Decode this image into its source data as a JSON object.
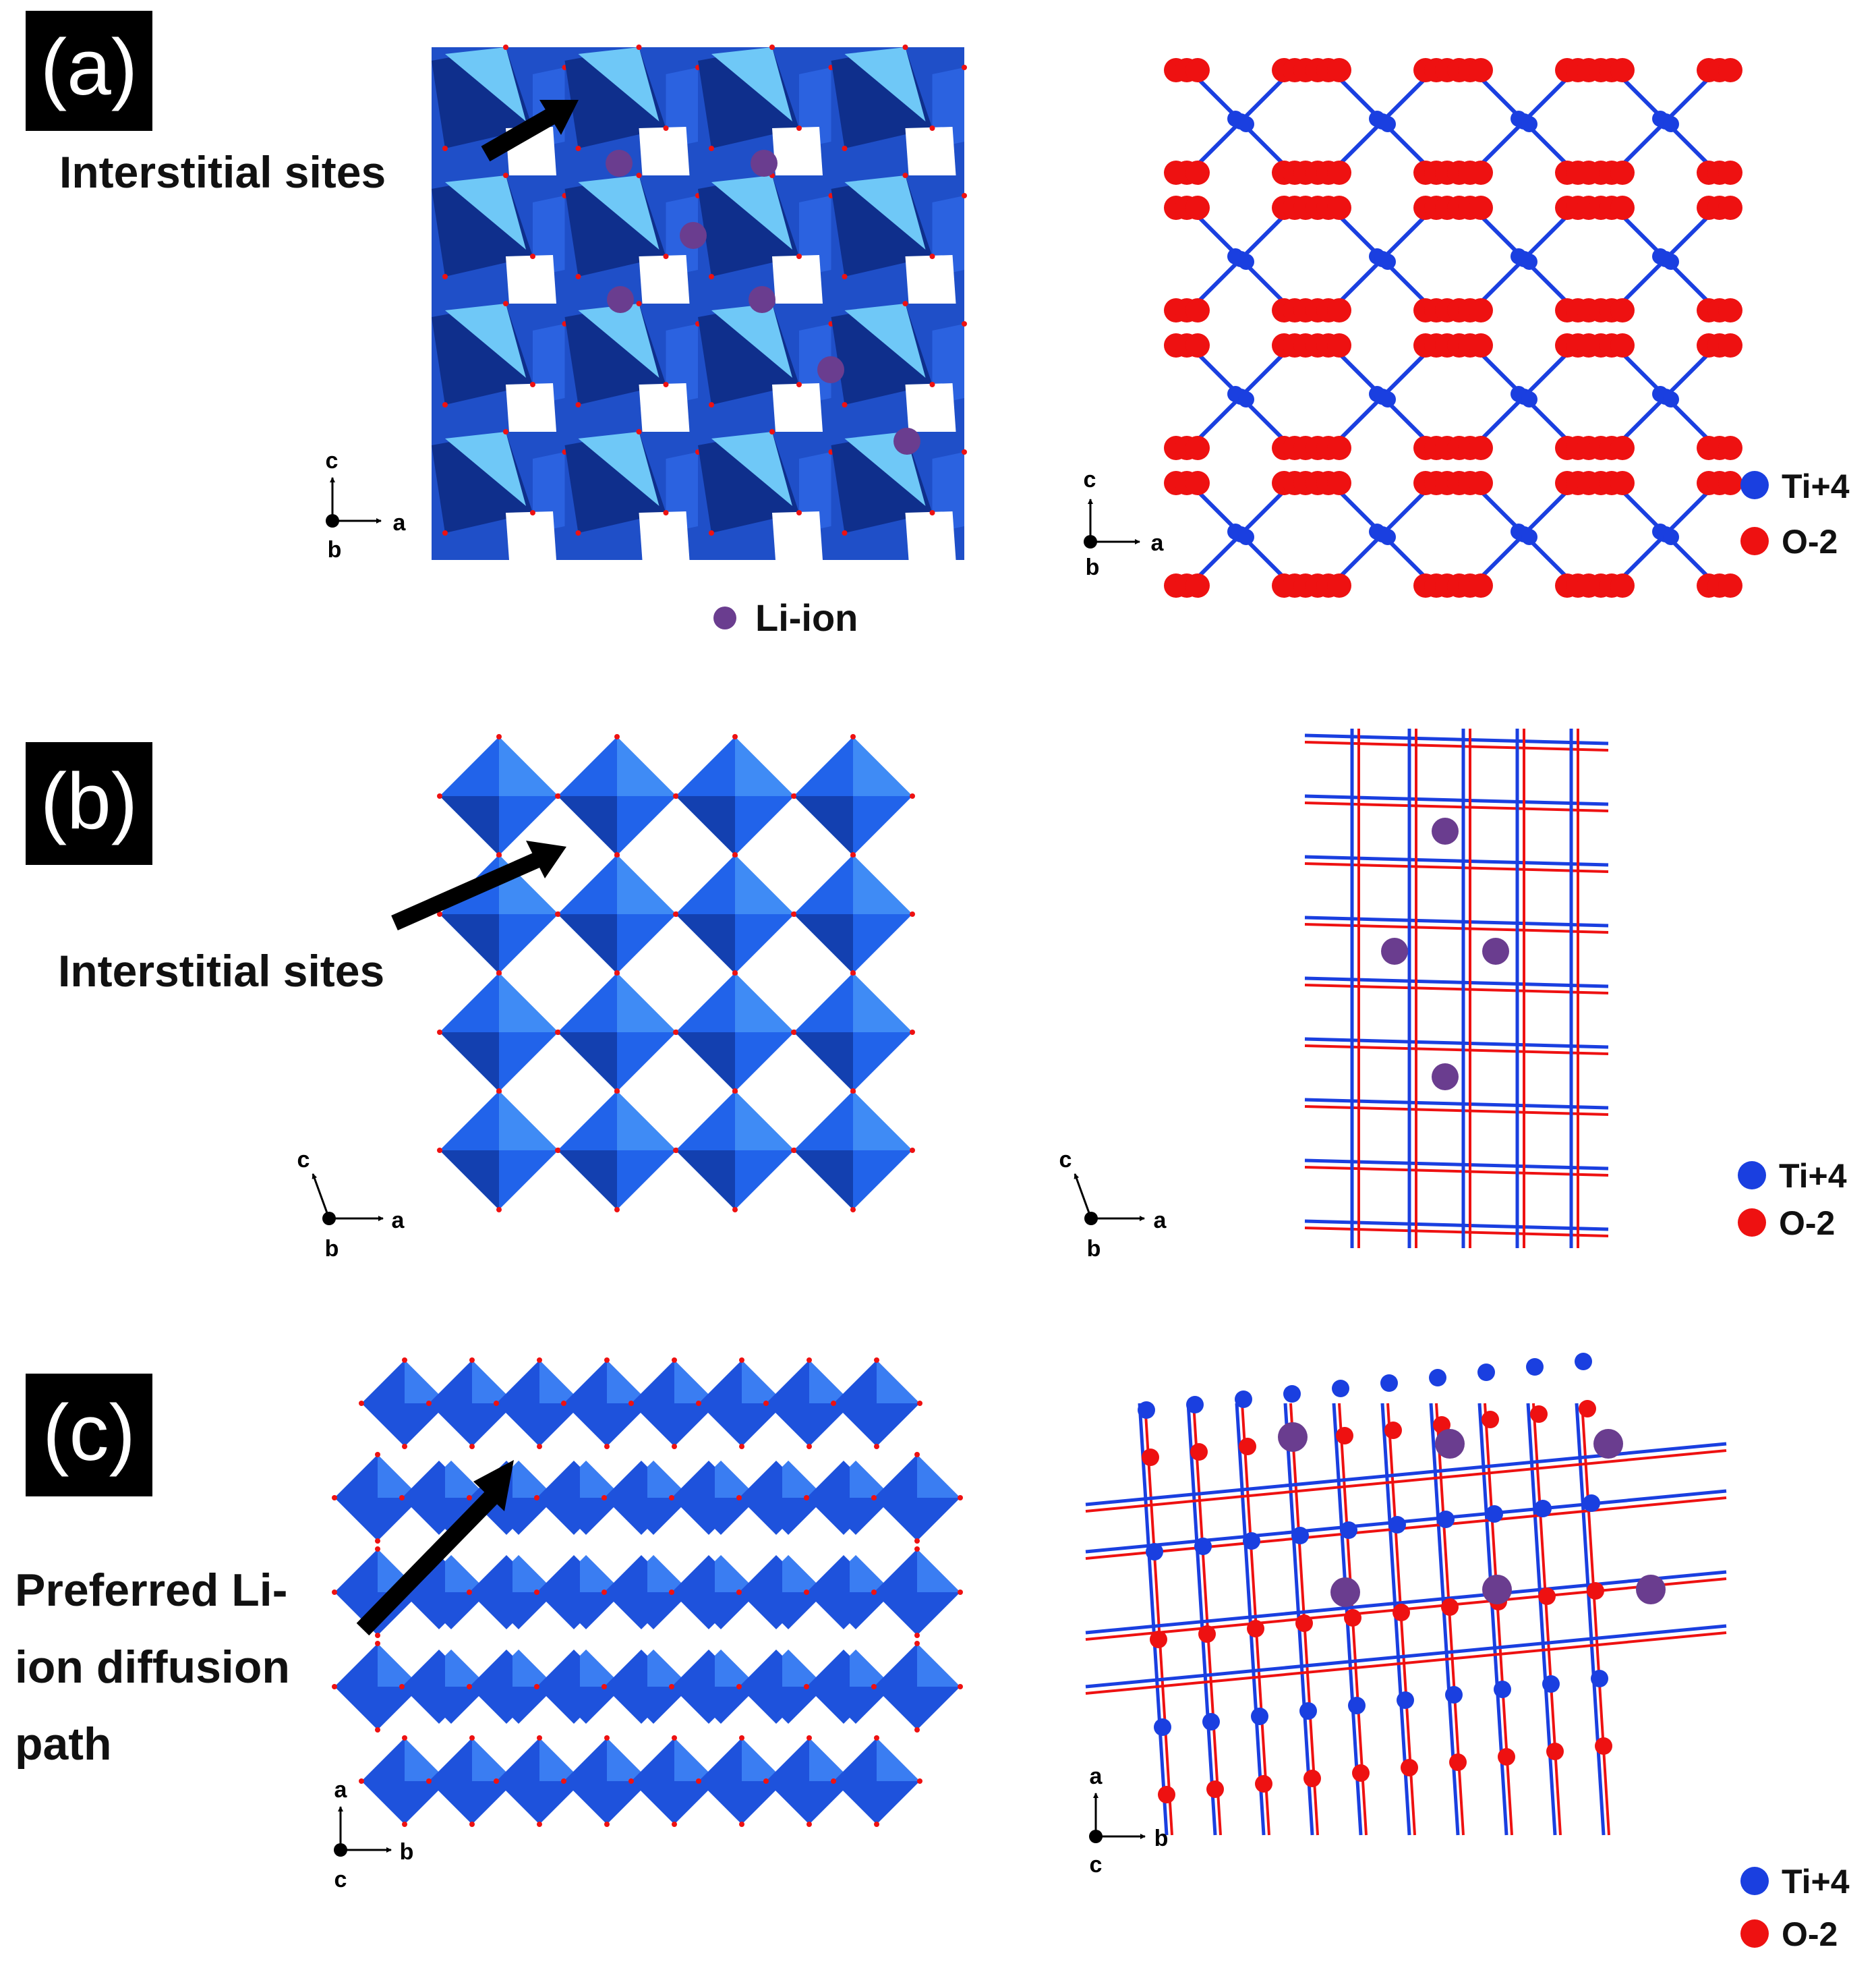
{
  "panels": [
    {
      "label": "(a)",
      "annotation_lines": [
        "Interstitial sites"
      ],
      "axes_left": {
        "vertical": "c",
        "horizontal": "a",
        "origin": "b"
      },
      "axes_right": {
        "vertical": "c",
        "horizontal": "a",
        "origin": "b"
      },
      "legend": [
        {
          "label": "Li-ion",
          "color": "#6a3d8f"
        },
        {
          "label": "Ti+4",
          "color": "#1a3fe0"
        },
        {
          "label": "O-2",
          "color": "#ee1111"
        }
      ]
    },
    {
      "label": "(b)",
      "annotation_lines": [
        "Interstitial sites"
      ],
      "axes_left": {
        "vertical": "c",
        "horizontal": "a",
        "origin": "b"
      },
      "axes_right": {
        "vertical": "c",
        "horizontal": "a",
        "origin": "b"
      },
      "legend": [
        {
          "label": "Ti+4",
          "color": "#1a3fe0"
        },
        {
          "label": "O-2",
          "color": "#ee1111"
        }
      ]
    },
    {
      "label": "(c)",
      "annotation_lines": [
        "Preferred Li-",
        "ion diffusion",
        "path"
      ],
      "axes_left": {
        "vertical": "a",
        "horizontal": "b",
        "origin": "c"
      },
      "axes_right": {
        "vertical": "a",
        "horizontal": "b",
        "origin": "c"
      },
      "legend": [
        {
          "label": "Ti+4",
          "color": "#1a3fe0"
        },
        {
          "label": "O-2",
          "color": "#ee1111"
        }
      ]
    }
  ]
}
